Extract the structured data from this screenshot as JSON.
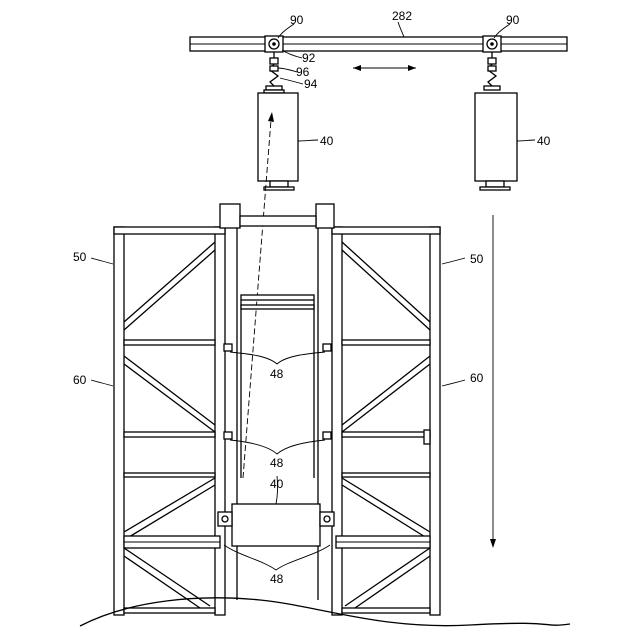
{
  "labels": {
    "rail": "282",
    "roller_left": "90",
    "roller_right": "90",
    "part92": "92",
    "part96": "96",
    "part94": "94",
    "container_left": "40",
    "container_right": "40",
    "container_bottom": "40",
    "frame_left": "50",
    "frame_right": "50",
    "column_left": "60",
    "column_right": "60",
    "guide_upper": "48",
    "guide_middle": "48",
    "guide_lower": "48"
  }
}
